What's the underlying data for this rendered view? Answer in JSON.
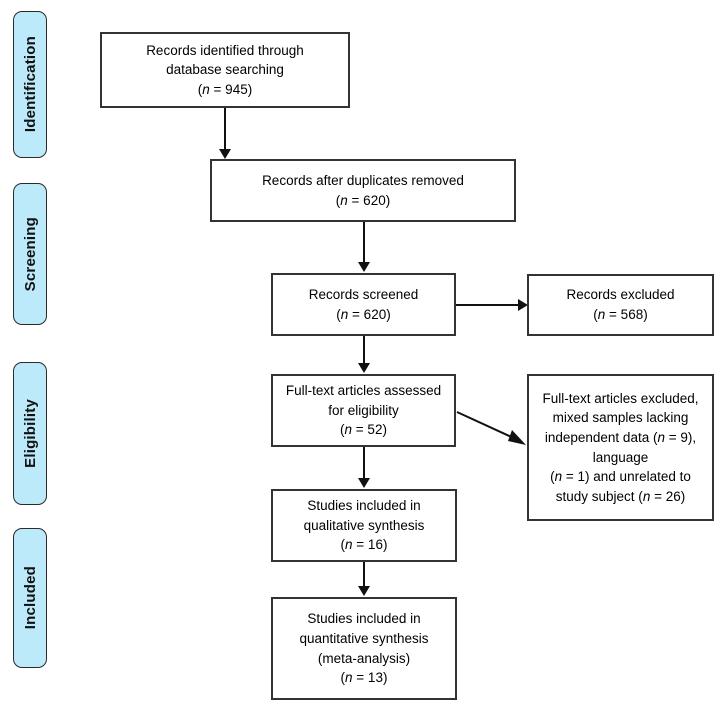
{
  "figure": {
    "type": "prisma-flow-diagram",
    "accent_color": "#bdeafa",
    "line_color": "#111111",
    "box_border_color": "#333333",
    "background": "#ffffff"
  },
  "stages": [
    {
      "label": "Identification"
    },
    {
      "label": "Screening"
    },
    {
      "label": "Eligibility"
    },
    {
      "label": "Included"
    }
  ],
  "boxes": {
    "identified": {
      "line1": "Records identified through",
      "line2": "database searching",
      "count_prefix": "(",
      "count_n": "n",
      "count_eq": " = 945)",
      "n_value": "945"
    },
    "duplicates_removed": {
      "line1": "Records after duplicates removed",
      "count_n": "n",
      "count_eq": " = 620)",
      "n_value": "620"
    },
    "screened": {
      "line1": "Records screened",
      "count_n": "n",
      "count_eq": " = 620)",
      "n_value": "620"
    },
    "records_excluded": {
      "line1": "Records excluded",
      "count_n": "n",
      "count_eq": " = 568)",
      "n_value": "568"
    },
    "fulltext_assessed": {
      "line1": "Full-text articles assessed",
      "line2": "for eligibility",
      "count_n": "n",
      "count_eq": " = 52)",
      "n_value": "52"
    },
    "fulltext_excluded": {
      "line1": "Full-text articles excluded,",
      "line2": "mixed samples lacking",
      "line3a": "independent data (",
      "line3n": "n",
      "line3b": " = 9),",
      "line4": "language",
      "line5a": "(",
      "line5n": "n",
      "line5b": " = 1) and unrelated to",
      "line6a": "study subject (",
      "line6n": "n",
      "line6b": " = 26)",
      "n_independent_data": "9",
      "n_language": "1",
      "n_unrelated": "26"
    },
    "qualitative": {
      "line1": "Studies included in",
      "line2": "qualitative synthesis",
      "count_n": "n",
      "count_eq": " = 16)",
      "n_value": "16"
    },
    "quantitative": {
      "line1": "Studies included in",
      "line2": "quantitative synthesis",
      "line3": "(meta-analysis)",
      "count_n": "n",
      "count_eq": " = 13)",
      "n_value": "13"
    }
  }
}
